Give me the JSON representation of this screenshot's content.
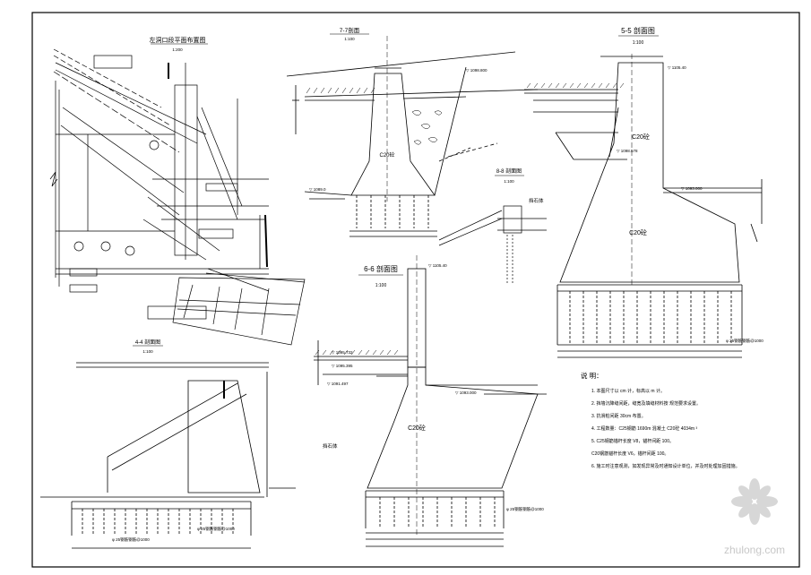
{
  "sections": {
    "plan": {
      "title": "左洞口段平面布置图",
      "scale": "1:200"
    },
    "s7": {
      "title": "7-7剖面",
      "scale": "1:100",
      "elev_top": "▽ 1098.800",
      "elev_bottom": "▽ 1089.0",
      "material": "C20砼"
    },
    "s55": {
      "title": "5-5 剖面图",
      "scale": "1:100",
      "elev_top": "▽ 1105.40",
      "elev_mid": "▽ 1098.578",
      "elev_right": "▽ 1093.000",
      "material_upper": "C20砼",
      "material_lower": "C20砼",
      "note_right": "φ 25钢筋钢筋@1000"
    },
    "s88": {
      "title": "8-8 剖面图",
      "scale": "1:100",
      "label": "挡石体"
    },
    "s66": {
      "title": "6-6 剖面图",
      "scale": "1:100",
      "elev_top": "▽ 1105.40",
      "elev_a": "▽ 1095.732",
      "elev_b": "▽ 1095.395",
      "elev_c": "▽ 1091.497",
      "elev_d": "▽ 1093.000",
      "material": "C20砼",
      "label_left": "挡石体",
      "note_bottom": "φ 25钢筋钢筋@1000"
    },
    "s44": {
      "title": "4-4 剖面图",
      "scale": "1:100",
      "note_a": "φ 25钢筋钢筋@1000",
      "note_b": "φ 25钢筋钢筋@1000"
    }
  },
  "notes": {
    "heading": "说  明：",
    "items": [
      "1. 本图尺寸以 cm 计，标高以 m 计。",
      "2. 挡墙沉降缝间距，缝宽及填缝材料按 规范要求设置。",
      "3. 抗滑桩间距 30cm 布置。",
      "4. 工程数量：C25钢筋 1690m    混凝土 C20砼 4034m ³",
      "5. C25钢筋锚杆长度 V8，锚杆间距 100。",
      "   C20钢筋锚杆长度 V6，锚杆间距 100。",
      "6. 施工时注意观测，如发现异常及时通知设计单位，并及时处理加固措施。"
    ]
  },
  "watermark": {
    "text": "zhulong.com"
  },
  "colors": {
    "ink": "#000000",
    "paper": "#ffffff"
  }
}
